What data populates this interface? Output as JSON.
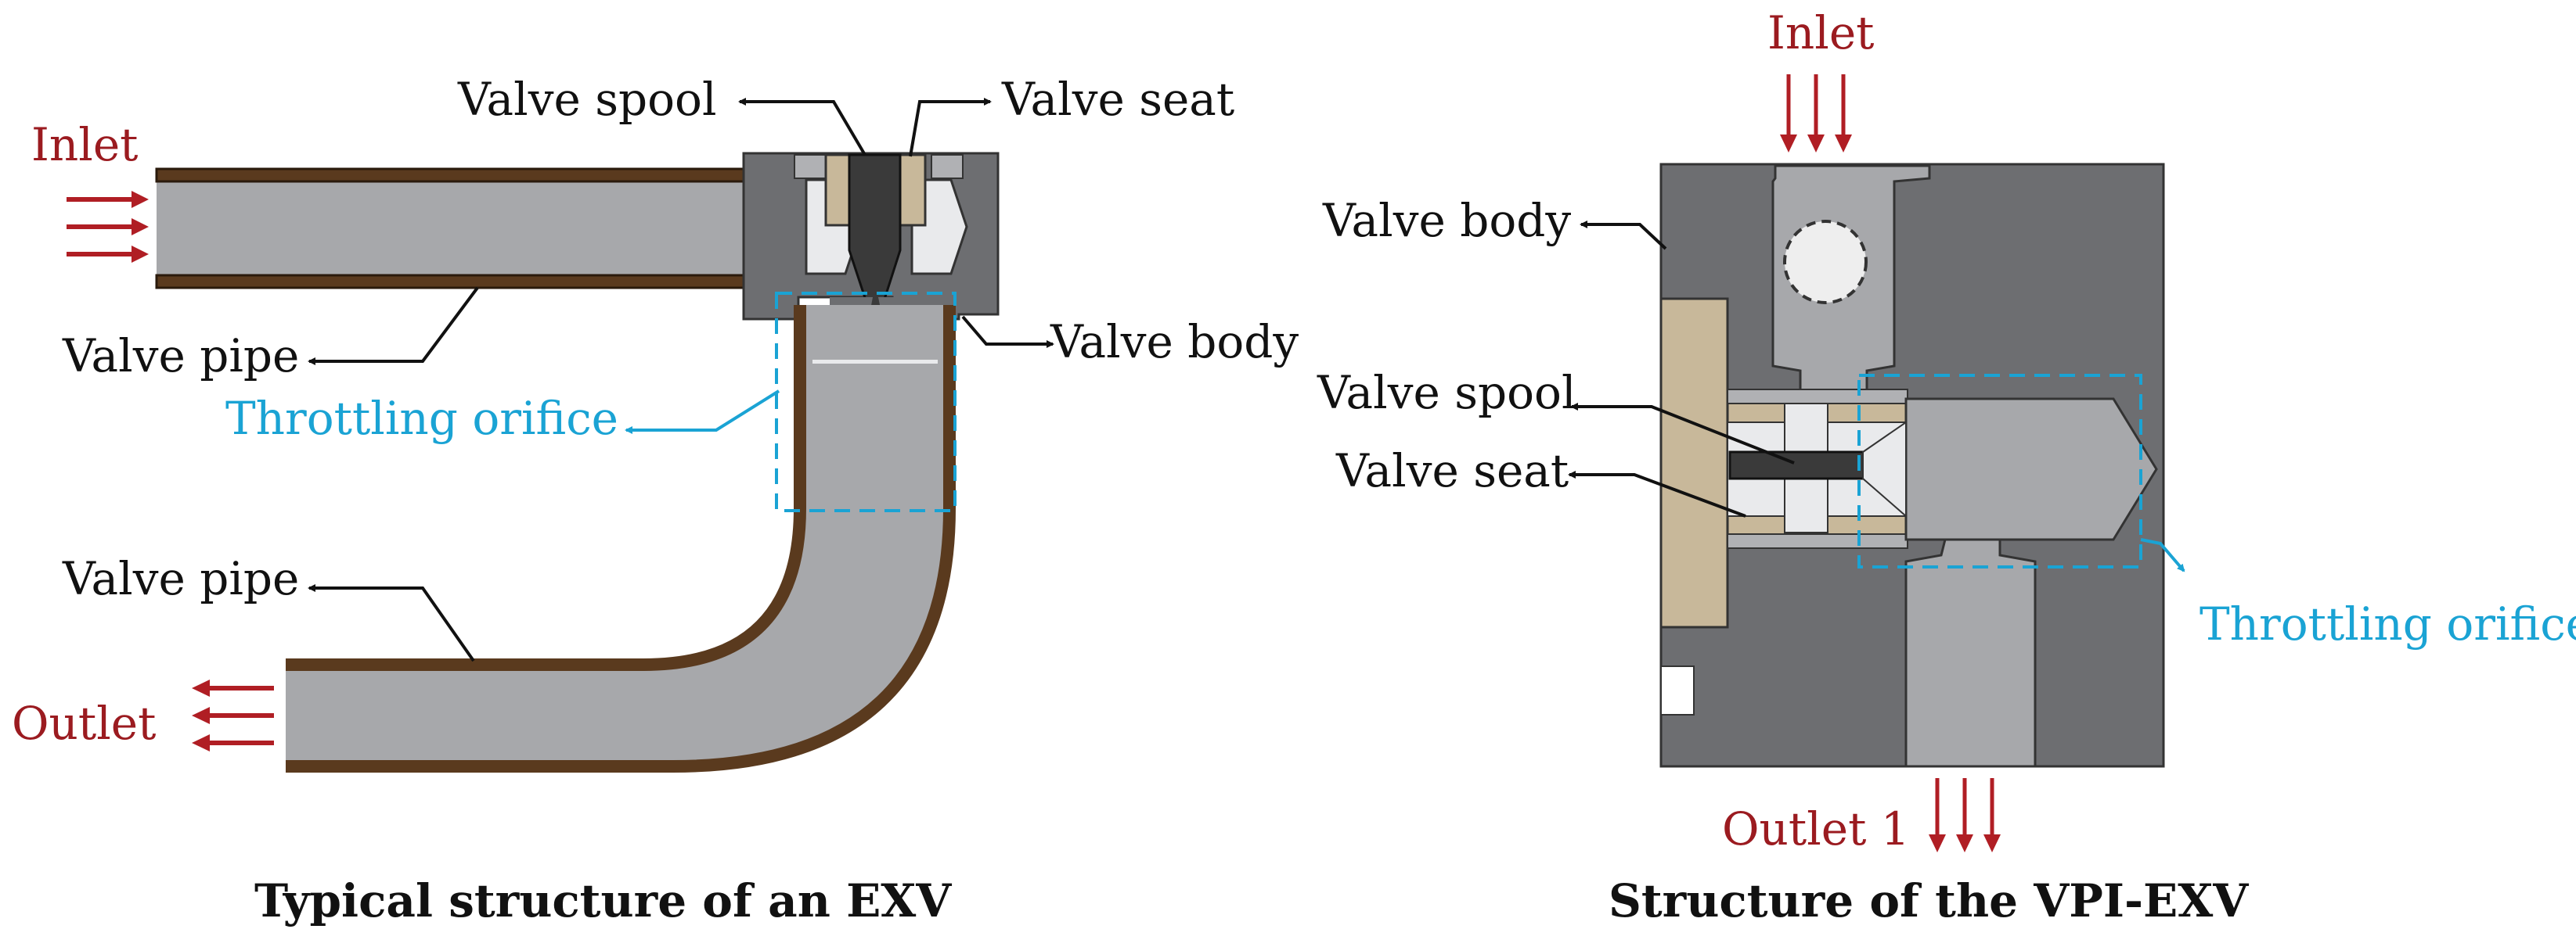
{
  "left_diagram": {
    "labels": {
      "inlet": "Inlet",
      "outlet": "Outlet",
      "valve_spool": "Valve spool",
      "valve_seat": "Valve seat",
      "valve_body": "Valve body",
      "valve_pipe_upper": "Valve pipe",
      "valve_pipe_lower": "Valve pipe",
      "throttling_orifice": "Throttling orifice"
    },
    "caption": "Typical structure of an EXV"
  },
  "right_diagram": {
    "labels": {
      "inlet": "Inlet",
      "outlet": "Outlet 1",
      "valve_body": "Valve body",
      "valve_spool": "Valve spool",
      "valve_seat": "Valve seat",
      "throttling_orifice": "Throttling orifice"
    },
    "caption": "Structure of the VPI-EXV"
  },
  "colors": {
    "flow_arrow": "#b01e24",
    "label_red": "#9b1b20",
    "label_blue": "#1aa3d4",
    "pipe_wall": "#5a3a1e",
    "pipe_fill": "#a7a8ab",
    "body_dark": "#6d6e71",
    "body_mid": "#8e8f92",
    "spool": "#3a3a3a",
    "seat": "#c8b89a"
  }
}
